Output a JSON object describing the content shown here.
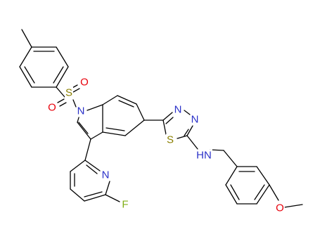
{
  "molecule": {
    "atoms": {
      "sulfonyl_s": {
        "symbol": "S",
        "color": "#8a7f00"
      },
      "sulfonyl_o1": {
        "symbol": "O",
        "color": "#e8000b"
      },
      "sulfonyl_o2": {
        "symbol": "O",
        "color": "#e8000b"
      },
      "indole_n": {
        "symbol": "N",
        "color": "#2a30c8"
      },
      "pyridine_n": {
        "symbol": "N",
        "color": "#2a30c8"
      },
      "fluorine": {
        "symbol": "F",
        "color": "#7fae16"
      },
      "thiadiazole_n1": {
        "symbol": "N",
        "color": "#2a30c8"
      },
      "thiadiazole_n2": {
        "symbol": "N",
        "color": "#2a30c8"
      },
      "thiadiazole_s": {
        "symbol": "S",
        "color": "#8a7f00"
      },
      "amine_nh": {
        "symbol": "HN",
        "color": "#2a30c8"
      },
      "methoxy_o": {
        "symbol": "O",
        "color": "#e8000b"
      }
    }
  }
}
